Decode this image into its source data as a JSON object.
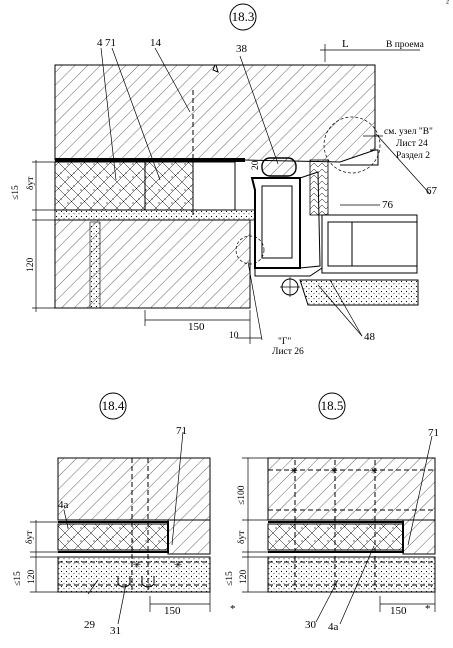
{
  "page_marker": "²",
  "details": {
    "d183": {
      "title": "18.3",
      "labels": {
        "n4": "4",
        "n71": "71",
        "n14": "14",
        "n38": "38",
        "n67": "67",
        "n76": "76",
        "n48": "48",
        "dim_L": "L",
        "v_proeme": "В проема",
        "node_ref_line1": "см. узел \"В\"",
        "node_ref_line2": "Лист 24",
        "node_ref_line3": "Раздел 2",
        "dim_15": "≤15",
        "dim_dyt": "δут",
        "dim_120": "120",
        "dim_150": "150",
        "dim_10": "10",
        "dim_20": "20",
        "node_G": "\"Г\"",
        "node_G_sheet": "Лист 26"
      }
    },
    "d184": {
      "title": "18.4",
      "labels": {
        "n4a": "4а",
        "n71": "71",
        "n29": "29",
        "n31": "31",
        "dim_dyt": "δут",
        "dim_15": "≤15",
        "dim_120": "120",
        "dim_150": "150",
        "star": "*"
      }
    },
    "d185": {
      "title": "18.5",
      "labels": {
        "n71": "71",
        "n30": "30",
        "n4a": "4а",
        "dim_100": "≤100",
        "dim_dyt": "δут",
        "dim_15": "≤15",
        "dim_120": "120",
        "dim_150": "150",
        "star": "*"
      }
    }
  }
}
